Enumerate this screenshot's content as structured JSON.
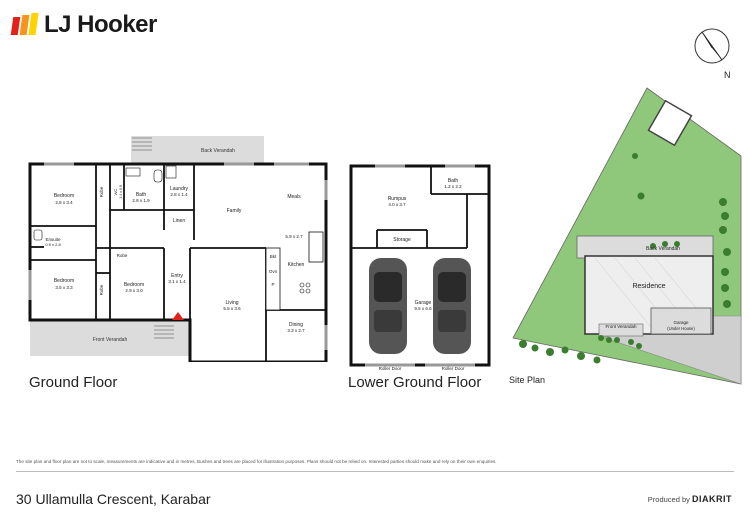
{
  "brand": {
    "name": "LJ Hooker",
    "colors": {
      "red": "#e2231a",
      "orange": "#f7941d",
      "yellow": "#ffd200"
    }
  },
  "compass": {
    "label": "N"
  },
  "ground_floor": {
    "title": "Ground Floor",
    "rooms": {
      "back_verandah": "Back Verandah",
      "bedroom1": "Bedroom",
      "bedroom1_size": "2.8 x 3.4",
      "robe1": "Robe",
      "wc": "WC",
      "wc_size": "1.4 x 0.9",
      "bath": "Bath",
      "bath_size": "2.8 x 1.9",
      "laundry": "Laundry",
      "laundry_size": "2.8 x 1.4",
      "linen": "Linen",
      "family": "Family",
      "meals": "Meals",
      "meals_size": "5.9 x 2.7",
      "ensuite": "Ensuite",
      "ensuite_size": "0.9 x 2.8",
      "bedroom2": "Bedroom",
      "bedroom2_size": "3.5 x 3.3",
      "robe2": "Robe",
      "robe3": "Robe",
      "bedroom3": "Bedroom",
      "bedroom3_size": "2.9 x 3.0",
      "entry": "Entry",
      "entry_size": "3.1 x 1.4",
      "living": "Living",
      "living_size": "5.5 x 3.6",
      "bkt": "Bkt",
      "ovn": "Ovn",
      "p": "P",
      "kitchen": "Kitchen",
      "dining": "Dining",
      "dining_size": "3.3 x 2.7",
      "front_verandah": "Front Verandah"
    }
  },
  "lower_ground_floor": {
    "title": "Lower Ground Floor",
    "rooms": {
      "rumpus": "Rumpus",
      "rumpus_size": "4.0 x 3.7",
      "bath": "Bath",
      "bath_size": "1.2 x 2.2",
      "storage": "Storage",
      "garage": "Garage",
      "garage_size": "9.5 x 6.6",
      "roller_door_1": "Roller Door",
      "roller_door_2": "Roller Door"
    }
  },
  "site_plan": {
    "title": "Site Plan",
    "labels": {
      "back_verandah": "Back Verandah",
      "residence": "Residence",
      "front_verandah": "Front Verandah",
      "garage": "Garage",
      "garage_sub": "(Under House)"
    }
  },
  "footer": {
    "disclaimer": "The site plan and floor plan are not to scale, measurements are indicative and in metres. Bushes and trees are placed for illustration purposes. Plans should not be relied on. Interested parties should make and rely on their own enquiries.",
    "address": "30 Ullamulla Crescent, Karabar",
    "produced_by": "Produced by",
    "producer": "DIAKRIT"
  }
}
